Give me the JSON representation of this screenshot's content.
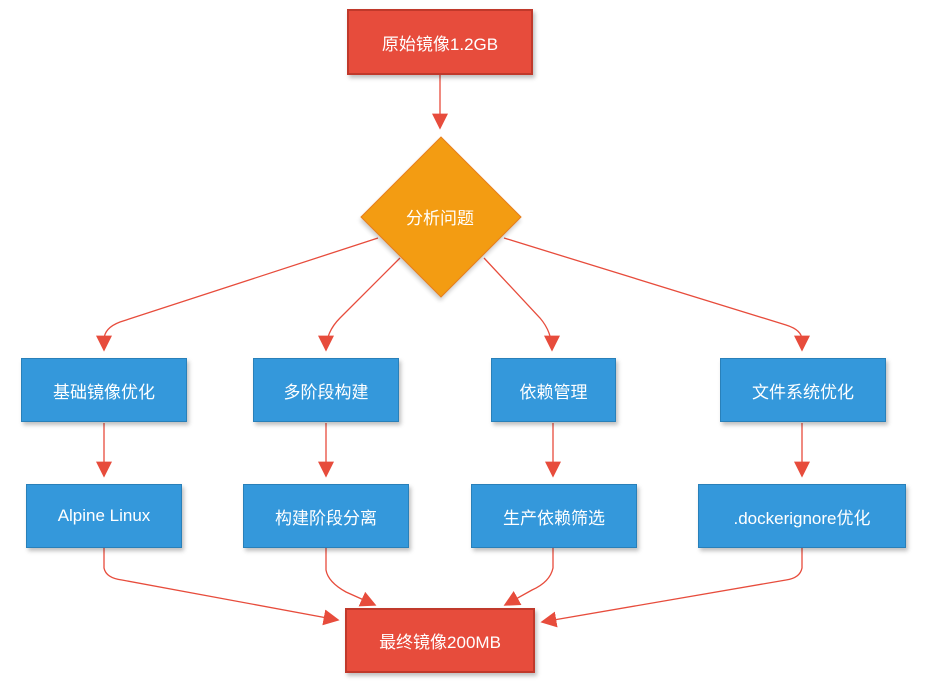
{
  "diagram": {
    "type": "flowchart",
    "colors": {
      "start_end": "#e74c3c",
      "decision": "#f39c12",
      "process": "#3498db",
      "edge": "#e74c3c"
    },
    "nodes": {
      "start": {
        "label": "原始镜像1.2GB",
        "shape": "rectangle"
      },
      "analyze": {
        "label": "分析问题",
        "shape": "diamond"
      },
      "base_image": {
        "label": "基础镜像优化",
        "shape": "rectangle"
      },
      "multi_stage": {
        "label": "多阶段构建",
        "shape": "rectangle"
      },
      "deps": {
        "label": "依赖管理",
        "shape": "rectangle"
      },
      "fs": {
        "label": "文件系统优化",
        "shape": "rectangle"
      },
      "alpine": {
        "label": "Alpine Linux",
        "shape": "rectangle"
      },
      "separate": {
        "label": "构建阶段分离",
        "shape": "rectangle"
      },
      "prod_deps": {
        "label": "生产依赖筛选",
        "shape": "rectangle"
      },
      "dockerignore": {
        "label": ".dockerignore优化",
        "shape": "rectangle"
      },
      "final": {
        "label": "最终镜像200MB",
        "shape": "rectangle"
      }
    },
    "edges": [
      {
        "from": "start",
        "to": "analyze"
      },
      {
        "from": "analyze",
        "to": "base_image"
      },
      {
        "from": "analyze",
        "to": "multi_stage"
      },
      {
        "from": "analyze",
        "to": "deps"
      },
      {
        "from": "analyze",
        "to": "fs"
      },
      {
        "from": "base_image",
        "to": "alpine"
      },
      {
        "from": "multi_stage",
        "to": "separate"
      },
      {
        "from": "deps",
        "to": "prod_deps"
      },
      {
        "from": "fs",
        "to": "dockerignore"
      },
      {
        "from": "alpine",
        "to": "final"
      },
      {
        "from": "separate",
        "to": "final"
      },
      {
        "from": "prod_deps",
        "to": "final"
      },
      {
        "from": "dockerignore",
        "to": "final"
      }
    ]
  }
}
